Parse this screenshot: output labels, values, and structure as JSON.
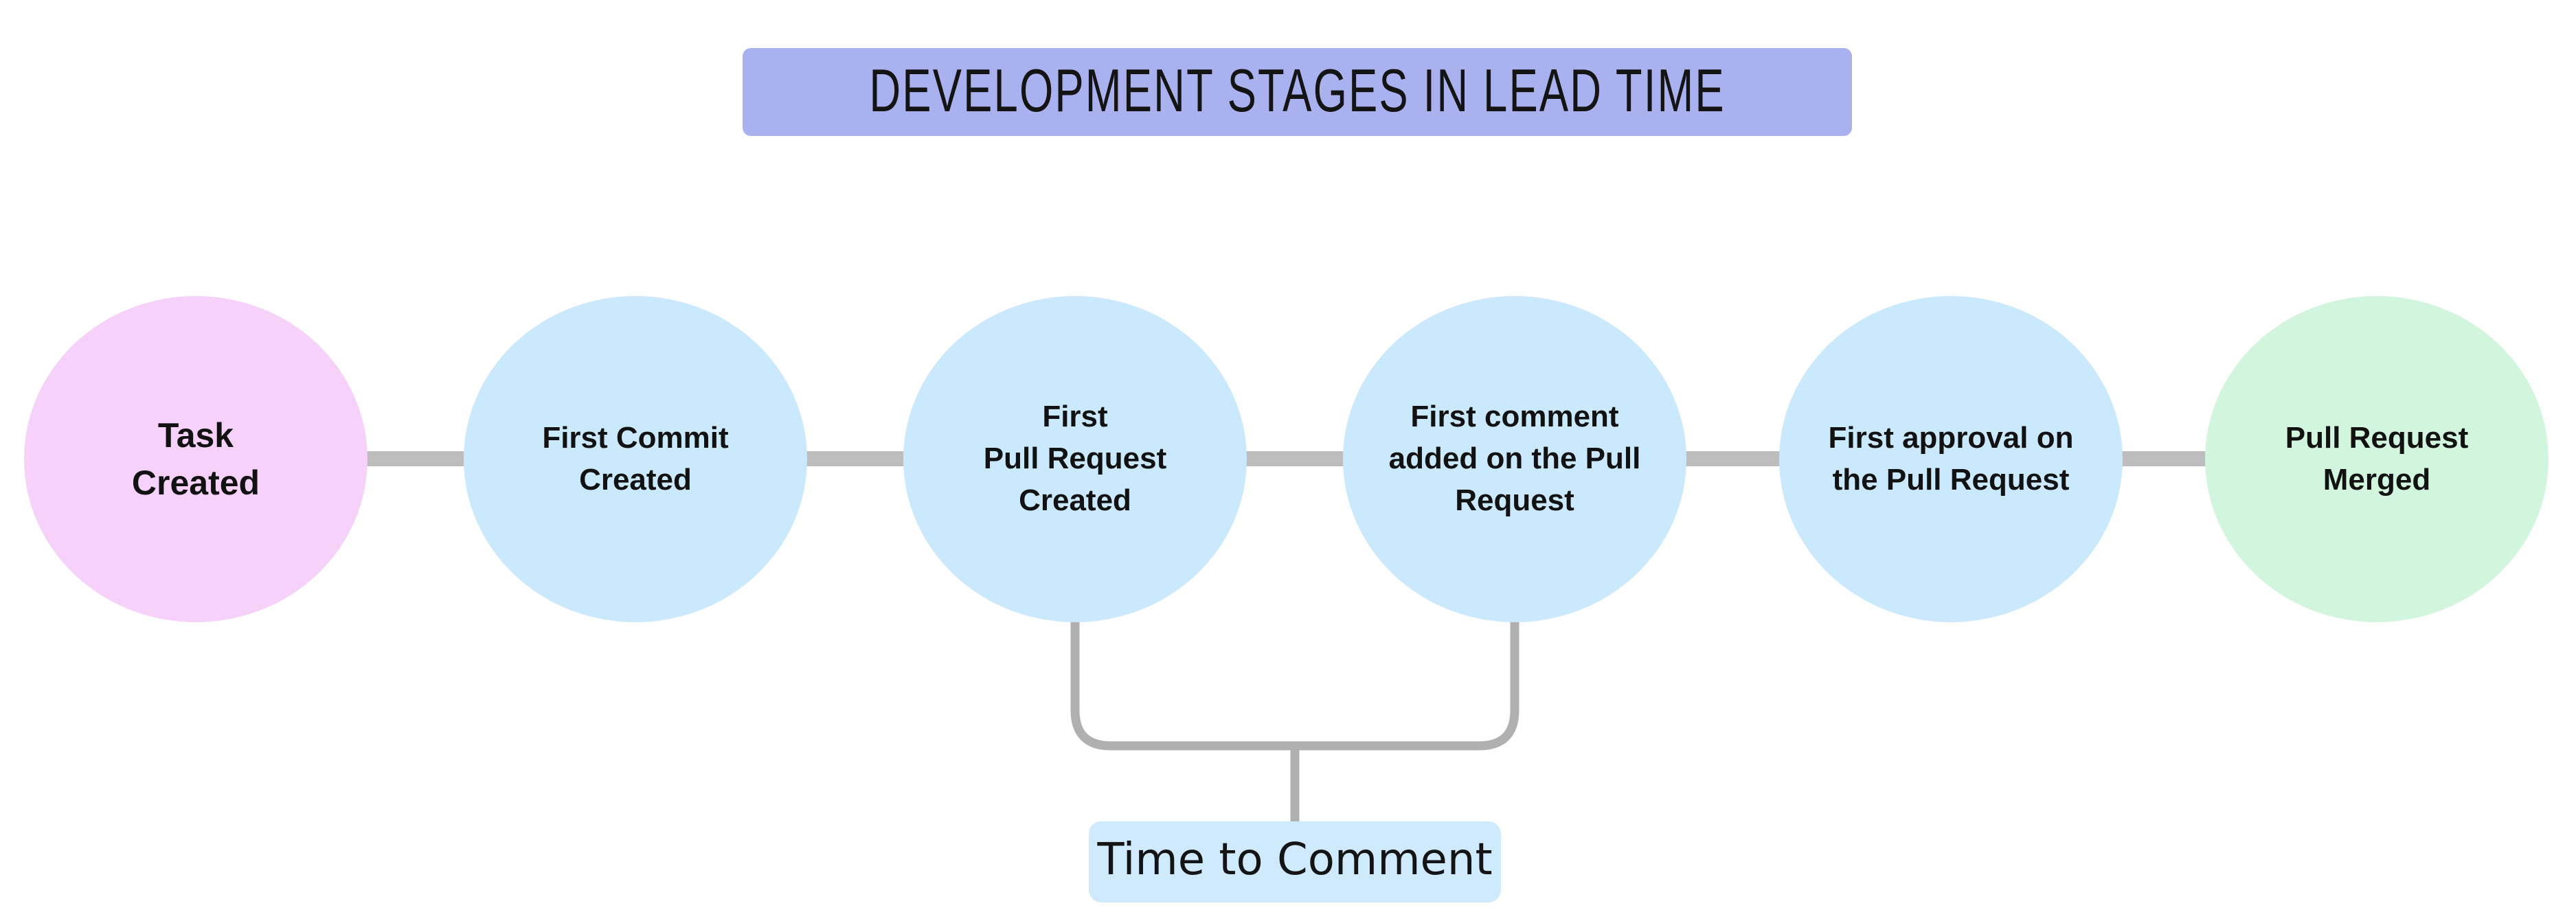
{
  "title": {
    "text": "DEVELOPMENT STAGES IN LEAD TIME",
    "bg": "#a9b1ee"
  },
  "stages": [
    {
      "name": "task-created",
      "lines": [
        "Task",
        "Created"
      ],
      "fill": "#f6d2fa"
    },
    {
      "name": "first-commit-created",
      "lines": [
        "First Commit",
        "Created"
      ],
      "fill": "#cbe9fc"
    },
    {
      "name": "first-pull-request-created",
      "lines": [
        "First",
        "Pull Request",
        "Created"
      ],
      "fill": "#cbe9fc"
    },
    {
      "name": "first-comment-added-on-the-pull-request",
      "lines": [
        "First comment",
        "added on the Pull",
        "Request"
      ],
      "fill": "#cbe9fc"
    },
    {
      "name": "first-approval-on-the-pull-request",
      "lines": [
        "First approval on",
        "the Pull Request"
      ],
      "fill": "#cbe9fc"
    },
    {
      "name": "pull-request-merged",
      "lines": [
        "Pull Request",
        "Merged"
      ],
      "fill": "#d2f5de"
    }
  ],
  "annotation": {
    "label": "Time to Comment",
    "fill": "#cfeafc"
  },
  "colors": {
    "background": "#ffffff",
    "connector": "#bdbdbd",
    "bracket": "#b0b0b0"
  }
}
